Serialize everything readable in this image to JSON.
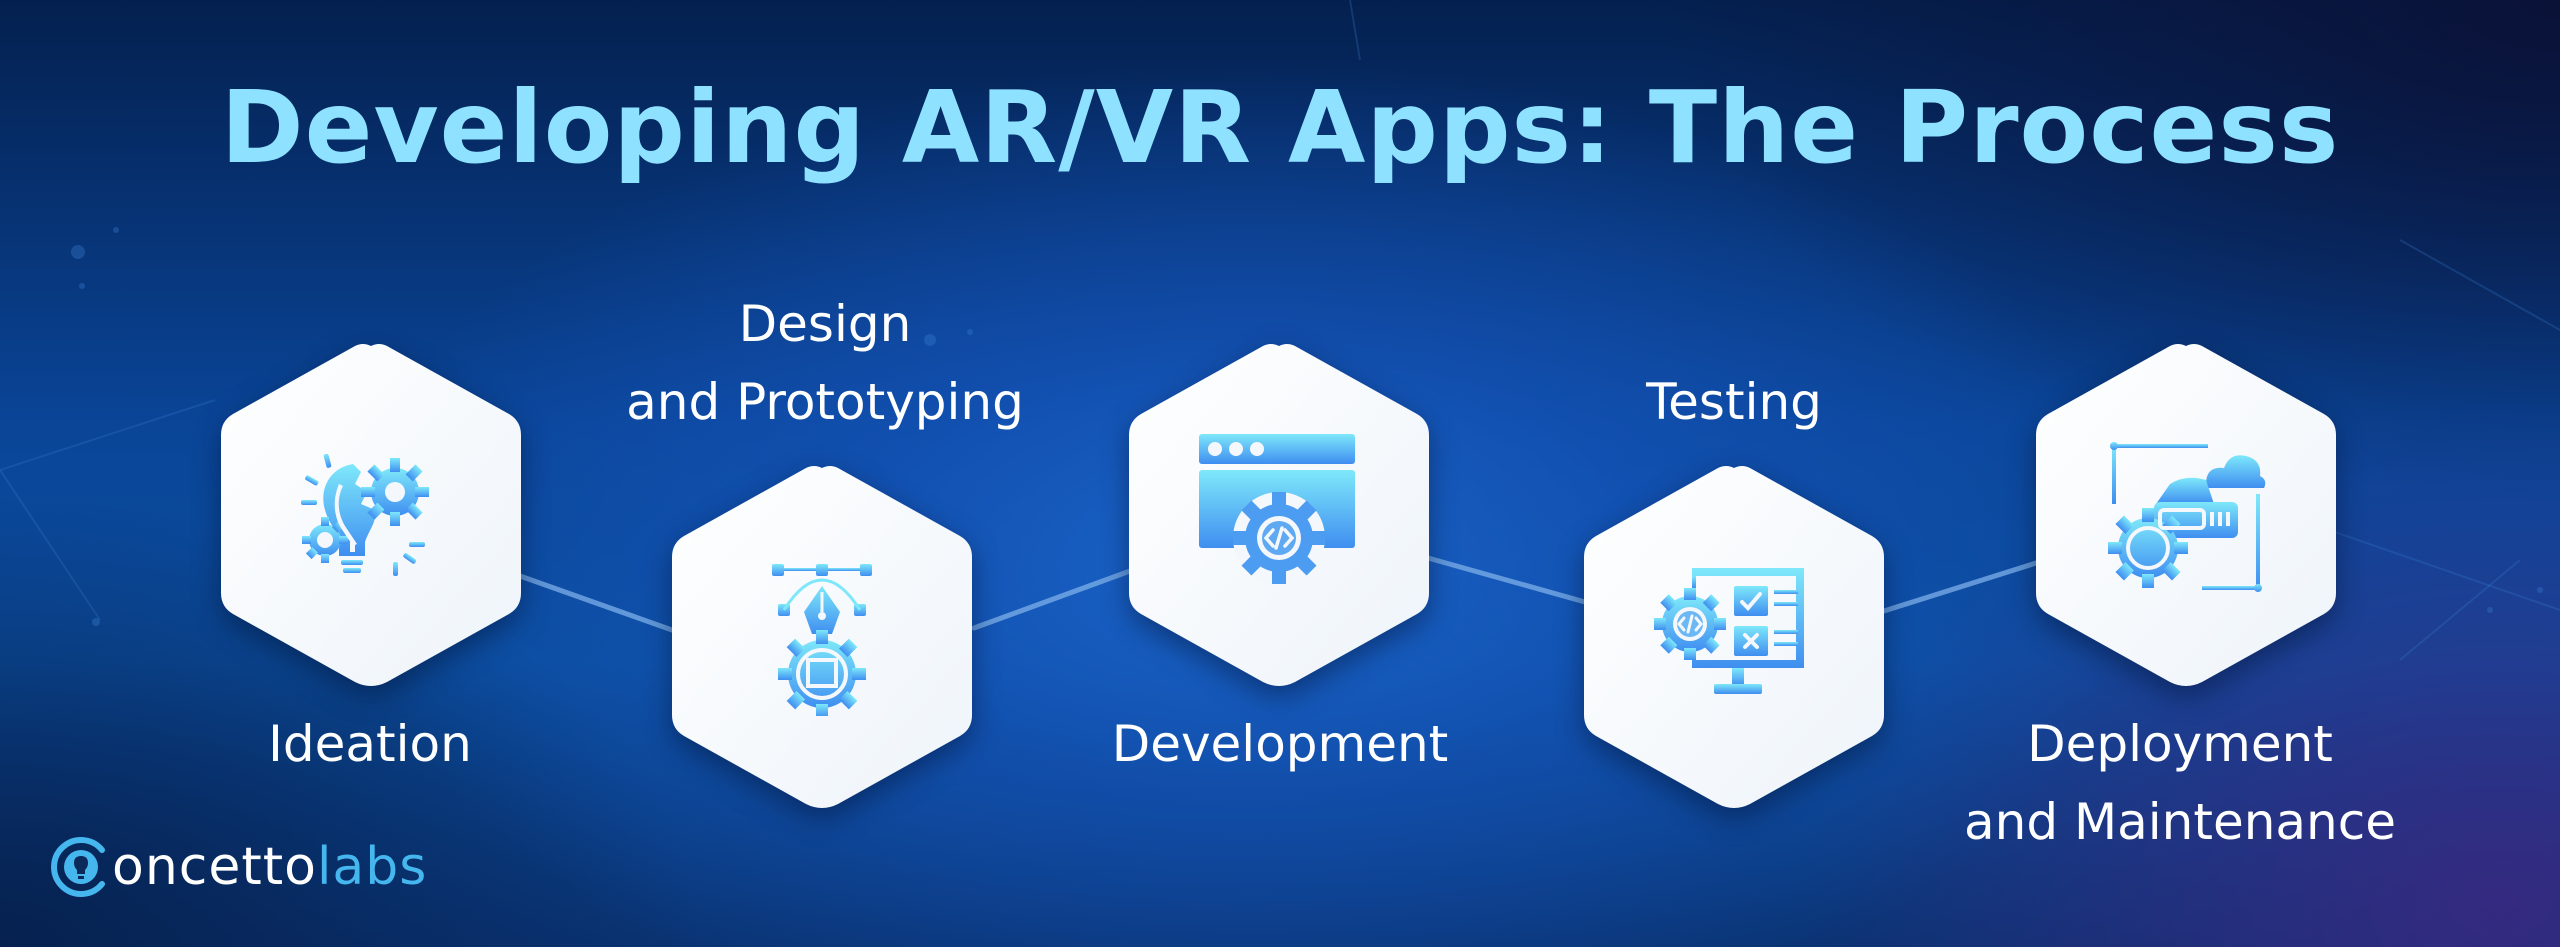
{
  "title": "Developing AR/VR Apps: The Process",
  "colors": {
    "title": "#8fe2ff",
    "label": "#ffffff",
    "hex_fill": "#f4f8fc",
    "icon_gradient_top": "#7ee8fa",
    "icon_gradient_bottom": "#3f8ef0",
    "connector": "#6fa6e6",
    "logo_accent": "#45b6ee"
  },
  "steps": [
    {
      "label": "Ideation",
      "icon": "lightbulb-gears-icon",
      "position": "up"
    },
    {
      "label_line1": "Design",
      "label_line2": "and Prototyping",
      "icon": "pen-tool-gear-icon",
      "position": "down"
    },
    {
      "label": "Development",
      "icon": "browser-code-gear-icon",
      "position": "up"
    },
    {
      "label": "Testing",
      "icon": "monitor-checklist-icon",
      "position": "down"
    },
    {
      "label_line1": "Deployment",
      "label_line2": "and Maintenance",
      "icon": "cloud-server-gear-icon",
      "position": "up"
    }
  ],
  "logo": {
    "part1": "oncetto",
    "part2": "labs"
  }
}
